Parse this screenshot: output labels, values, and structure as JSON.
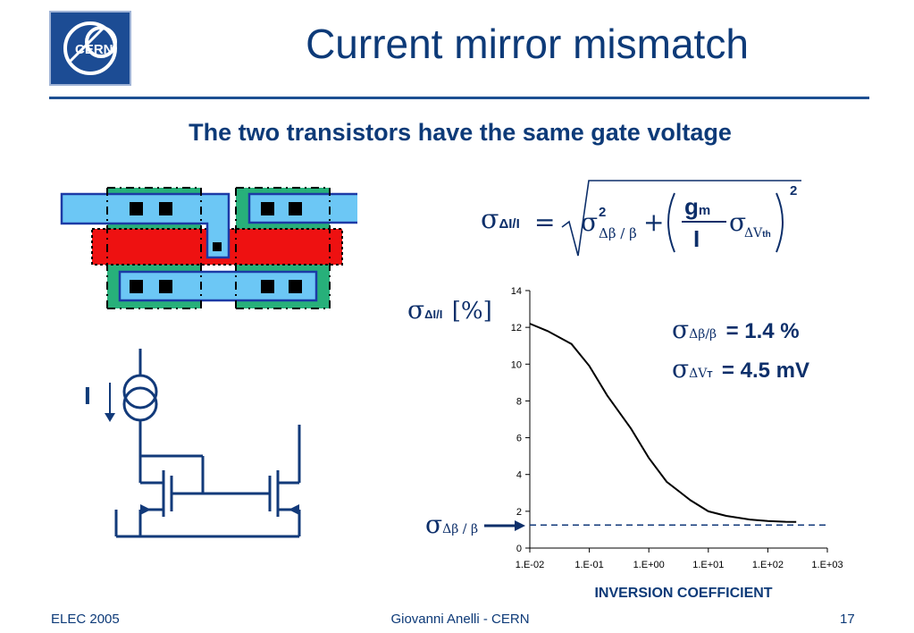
{
  "header": {
    "title": "Current mirror mismatch",
    "subtitle": "The two transistors have the same gate voltage",
    "logo_text": "CERN"
  },
  "formula": {
    "lhs_symbol": "σ",
    "lhs_subscript": "ΔI/I",
    "equals": "=",
    "term1_symbol": "σ",
    "term1_superscript": "2",
    "term1_subscript": "Δβ / β",
    "plus": "+",
    "numerator_g": "g",
    "numerator_sub": "m",
    "denominator": "I",
    "term2_symbol": "σ",
    "term2_subscript": "ΔV",
    "term2_subsubscript": "th",
    "outer_power": "2"
  },
  "annotations": {
    "y_label_symbol": "σ",
    "y_label_subscript": "ΔI/I",
    "y_label_unit": "[%]",
    "beta_value_symbol": "σ",
    "beta_value_subscript": "Δβ/β",
    "beta_value": "= 1.4 %",
    "vt_value_symbol": "σ",
    "vt_value_subscript": "ΔV",
    "vt_value_subsubscript": "T",
    "vt_value": "= 4.5 mV",
    "arrow_symbol": "σ",
    "arrow_subscript": "Δβ / β",
    "current_label": "I"
  },
  "colors": {
    "navy": "#0d3a78",
    "active_green": "#27b07a",
    "poly_red": "#ee1111",
    "metal_blue": "#6cc7f5",
    "metal_edge": "#1c3aa6"
  },
  "chart_data": {
    "type": "line",
    "title": "",
    "xlabel": "INVERSION COEFFICIENT",
    "ylabel": "σΔI/I [%]",
    "xscale": "log",
    "xlim": [
      0.01,
      1000
    ],
    "ylim": [
      0,
      14
    ],
    "x_tick_labels": [
      "1.E-02",
      "1.E-01",
      "1.E+00",
      "1.E+01",
      "1.E+02",
      "1.E+03"
    ],
    "y_ticks": [
      0,
      2,
      4,
      6,
      8,
      10,
      12,
      14
    ],
    "series": [
      {
        "style": "solid",
        "x": [
          0.01,
          0.02,
          0.05,
          0.1,
          0.2,
          0.5,
          1,
          2,
          5,
          10,
          20,
          50,
          100,
          200,
          300
        ],
        "values": [
          12.2,
          11.8,
          11.1,
          9.9,
          8.3,
          6.5,
          4.9,
          3.6,
          2.6,
          2.0,
          1.75,
          1.55,
          1.47,
          1.43,
          1.42
        ]
      },
      {
        "style": "dashed",
        "x": [
          0.01,
          1000
        ],
        "values": [
          1.25,
          1.25
        ]
      }
    ],
    "grid": false,
    "legend": "none"
  },
  "footer": {
    "left": "ELEC 2005",
    "center": "Giovanni Anelli - CERN",
    "page_number": "17"
  }
}
